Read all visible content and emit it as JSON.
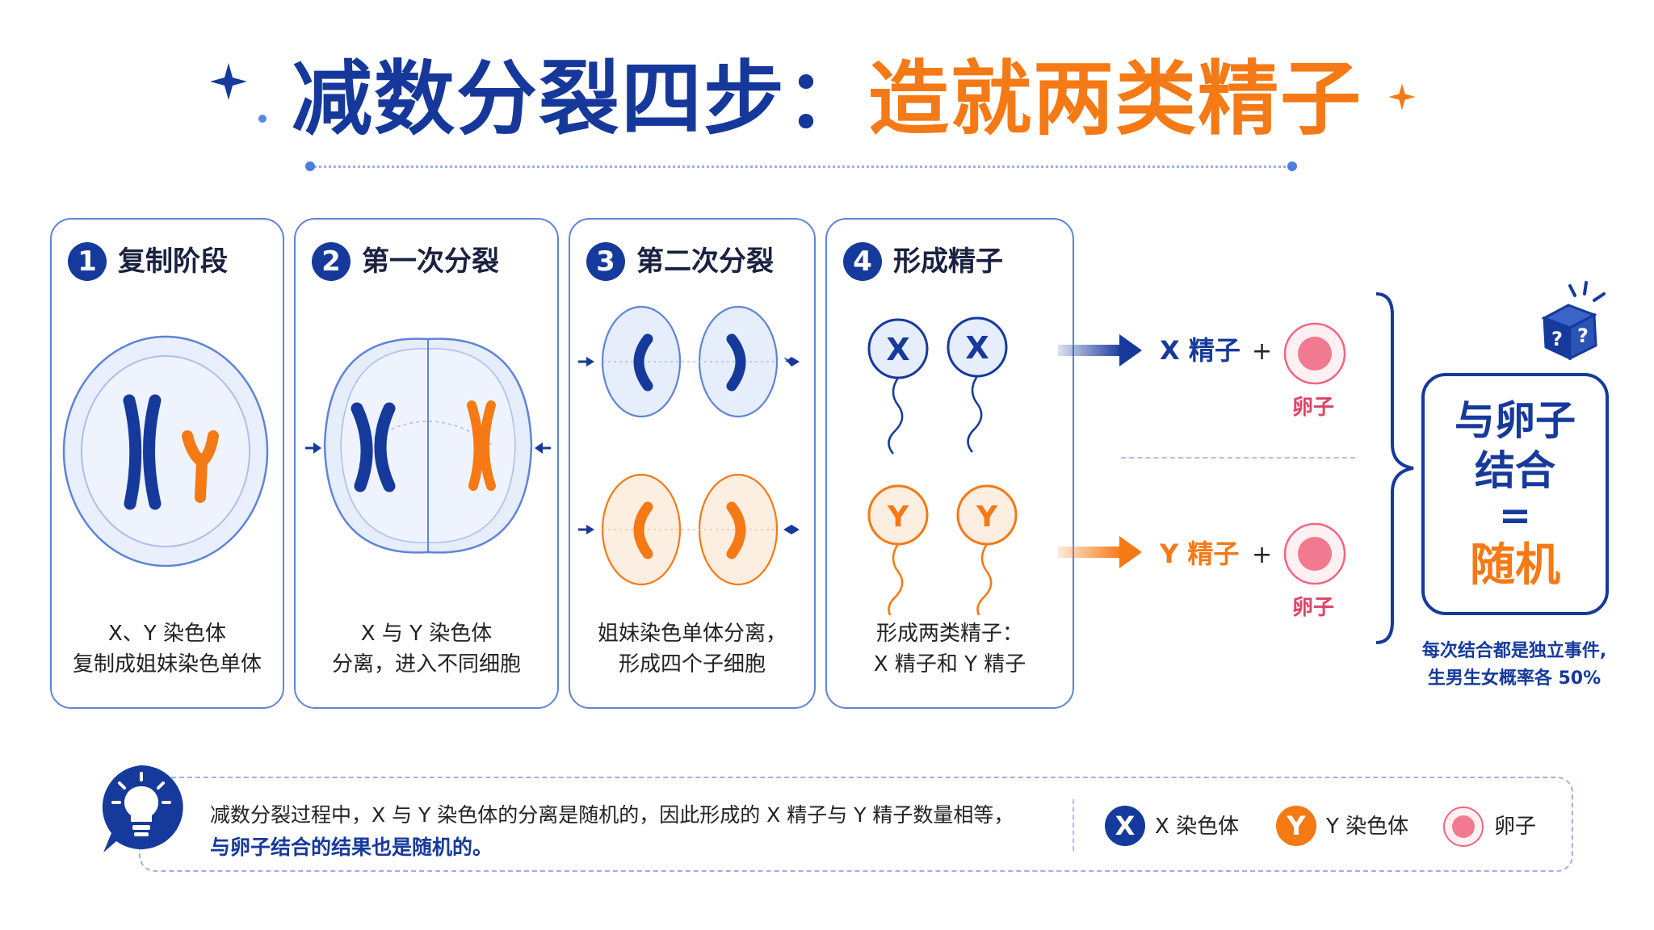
{
  "title": {
    "part1": "减数分裂四步：",
    "part2": "造就两类精子"
  },
  "steps": [
    {
      "num": "1",
      "title": "复制阶段",
      "caption": [
        "X、Y 染色体",
        "复制成姐妹染色单体"
      ]
    },
    {
      "num": "2",
      "title": "第一次分裂",
      "caption": [
        "X 与 Y 染色体",
        "分离，进入不同细胞"
      ]
    },
    {
      "num": "3",
      "title": "第二次分裂",
      "caption": [
        "姐妹染色单体分离，",
        "形成四个子细胞"
      ]
    },
    {
      "num": "4",
      "title": "形成精子",
      "caption": [
        "形成两类精子：",
        "X 精子和 Y 精子"
      ]
    }
  ],
  "chromosome_letters": {
    "x": "X",
    "y": "Y"
  },
  "results": {
    "x_sperm": "X 精子",
    "y_sperm": "Y 精子",
    "plus": "+",
    "egg": "卵子"
  },
  "combine": {
    "line1": "与卵子",
    "line2": "结合",
    "equals": "=",
    "line3": "随机"
  },
  "note": [
    "每次结合都是独立事件,",
    "生男生女概率各 50%"
  ],
  "bottom": {
    "line1": "减数分裂过程中，X 与 Y 染色体的分离是随机的，因此形成的 X 精子与 Y 精子数量相等，",
    "line2": "与卵子结合的结果也是随机的。"
  },
  "legend": {
    "x_label": "X 染色体",
    "y_label": "Y 染色体",
    "egg_label": "卵子"
  },
  "colors": {
    "blue": "#163a9c",
    "orange": "#f57914",
    "pink": "#f06680",
    "light_blue": "#dfe8fb"
  },
  "icons": [
    "sparkle-icon",
    "lightbulb-icon",
    "dice-icon",
    "arrow-right-icon",
    "sperm-icon",
    "egg-icon"
  ]
}
